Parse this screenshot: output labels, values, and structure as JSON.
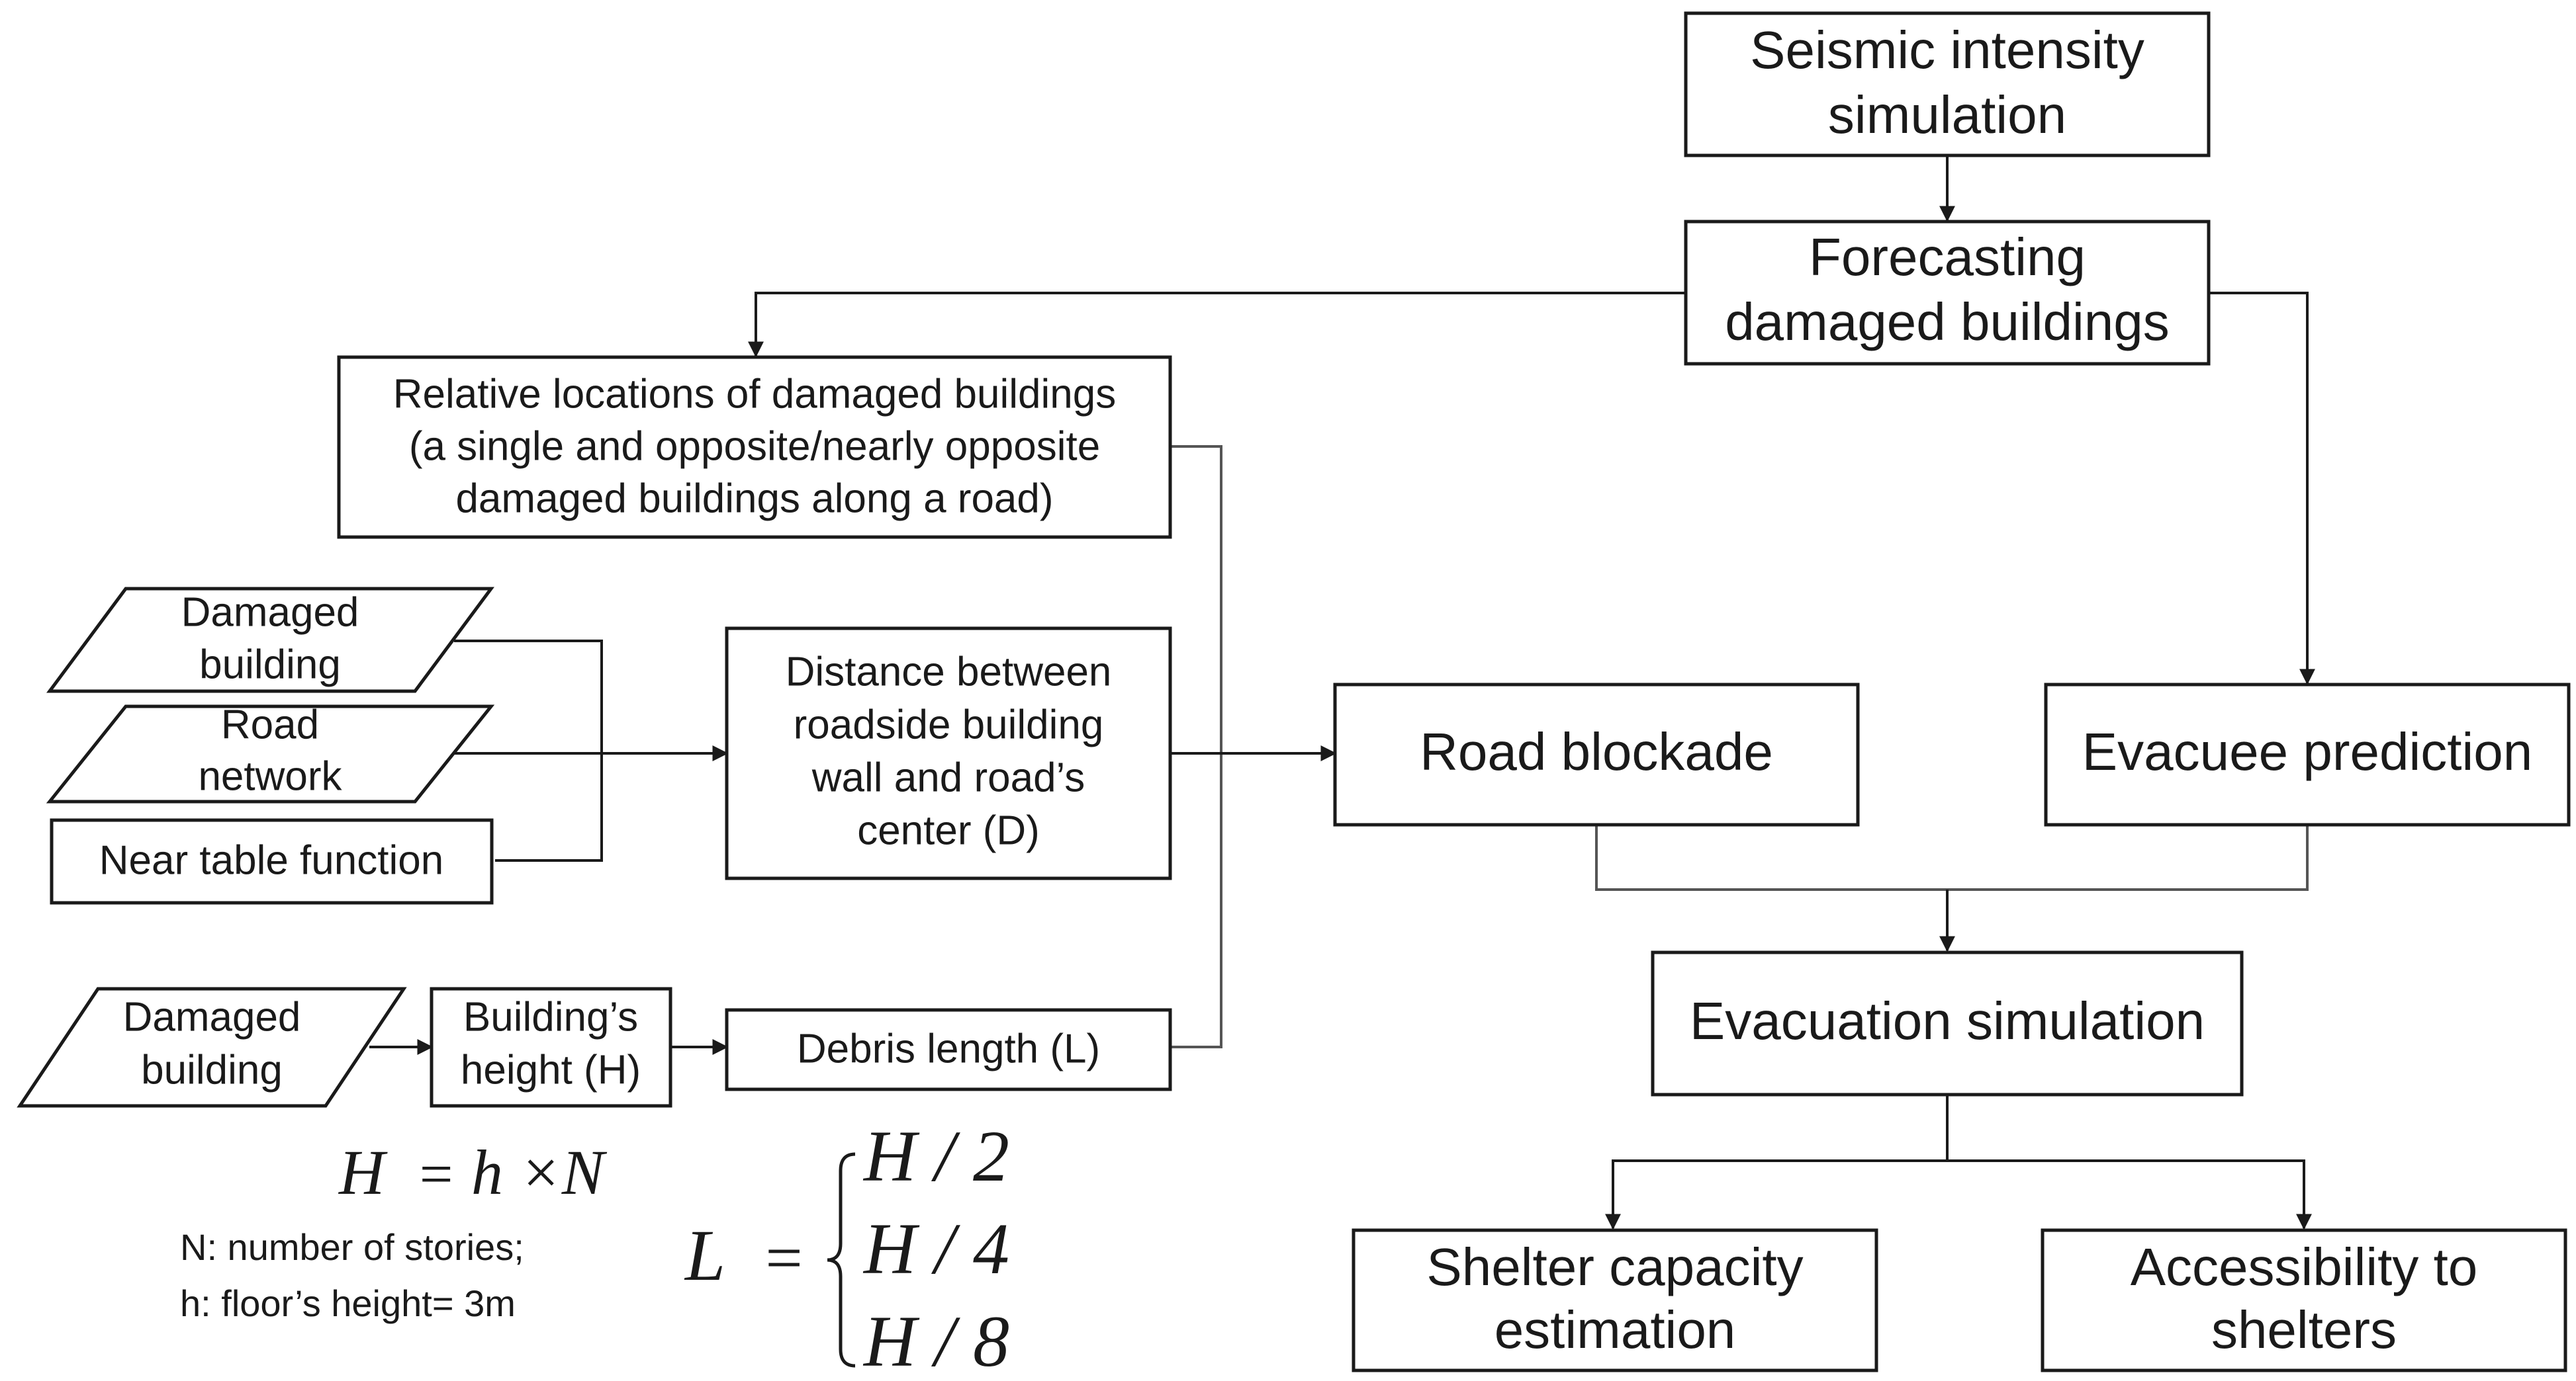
{
  "nodes": {
    "seismic": [
      "Seismic intensity",
      "simulation"
    ],
    "forecasting": [
      "Forecasting",
      "damaged buildings"
    ],
    "relative": [
      "Relative locations of damaged buildings",
      "(a single and opposite/nearly opposite",
      "damaged buildings along a road)"
    ],
    "damaged1": [
      "Damaged",
      "building"
    ],
    "road_network": [
      "Road",
      "network"
    ],
    "near_table": "Near table function",
    "distance": [
      "Distance between",
      "roadside building",
      "wall and road’s",
      "center (D)"
    ],
    "damaged2": [
      "Damaged",
      "building"
    ],
    "height": [
      "Building’s",
      "height (H)"
    ],
    "debris": "Debris length (L)",
    "road_blockade": "Road blockade",
    "evacuee": "Evacuee prediction",
    "evacuation": "Evacuation simulation",
    "shelter_capacity": [
      "Shelter capacity",
      "estimation"
    ],
    "accessibility": [
      "Accessibility to",
      "shelters"
    ]
  },
  "formulas": {
    "height_eq": {
      "lhs": "H",
      "eq": "=",
      "rhs": "h ×N"
    },
    "legend": [
      "N: number of stories;",
      "h: floor’s height= 3m"
    ],
    "debris_eq": {
      "lhs": "L",
      "eq": "=",
      "cases": [
        "H / 2",
        "H / 4",
        "H / 8"
      ]
    }
  }
}
